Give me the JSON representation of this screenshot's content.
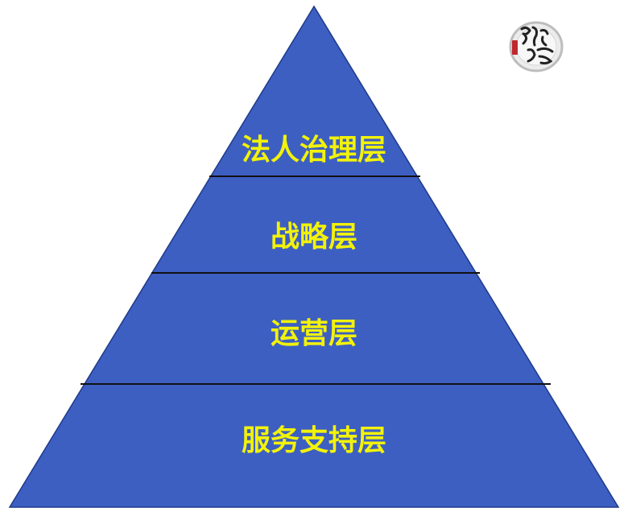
{
  "diagram": {
    "type": "pyramid",
    "colors": {
      "fill": "#3d5fc2",
      "stroke": "#1e3a8a",
      "divider": "#111111",
      "label": "#f2f20a"
    },
    "layers": [
      {
        "label": "法人治理层"
      },
      {
        "label": "战略层"
      },
      {
        "label": "运营层"
      },
      {
        "label": "服务支持层"
      }
    ]
  },
  "logo": {
    "text": "混沌风云",
    "colors": {
      "ring": "#bdbdbd",
      "ink": "#222222",
      "seal": "#c0262c"
    }
  }
}
